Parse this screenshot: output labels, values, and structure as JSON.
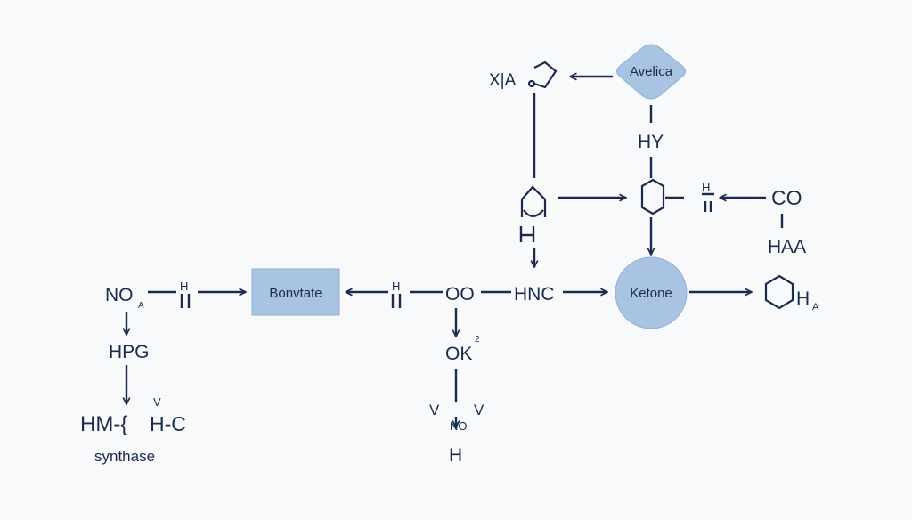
{
  "colors": {
    "background": "#f7f9fb",
    "ink": "#1a2c4e",
    "node_fill": "#a9c3e3"
  },
  "nodes": {
    "avelica": "Avelica",
    "bonvtate": "Bonvtate",
    "ketone": "Ketone"
  },
  "labels": {
    "xia": "X|A",
    "hy": "HY",
    "co_right": "CO",
    "haa": "HAA",
    "h_right_sub": "A",
    "h_right": "H",
    "no_left": "NO",
    "no_left_sub": "A",
    "h_small_left": "H",
    "hpg": "HPG",
    "hm": "HM-{",
    "v_small": "V",
    "h_c": "H-C",
    "synthase": "synthase",
    "h_small_mid": "H",
    "oo": "OO",
    "hnc": "HNC",
    "ok": "OK",
    "ok_sup": "2",
    "v_left": "V",
    "v_right": "V",
    "no_small": "NO",
    "h_bottom": "H",
    "h_small_top": "H"
  }
}
